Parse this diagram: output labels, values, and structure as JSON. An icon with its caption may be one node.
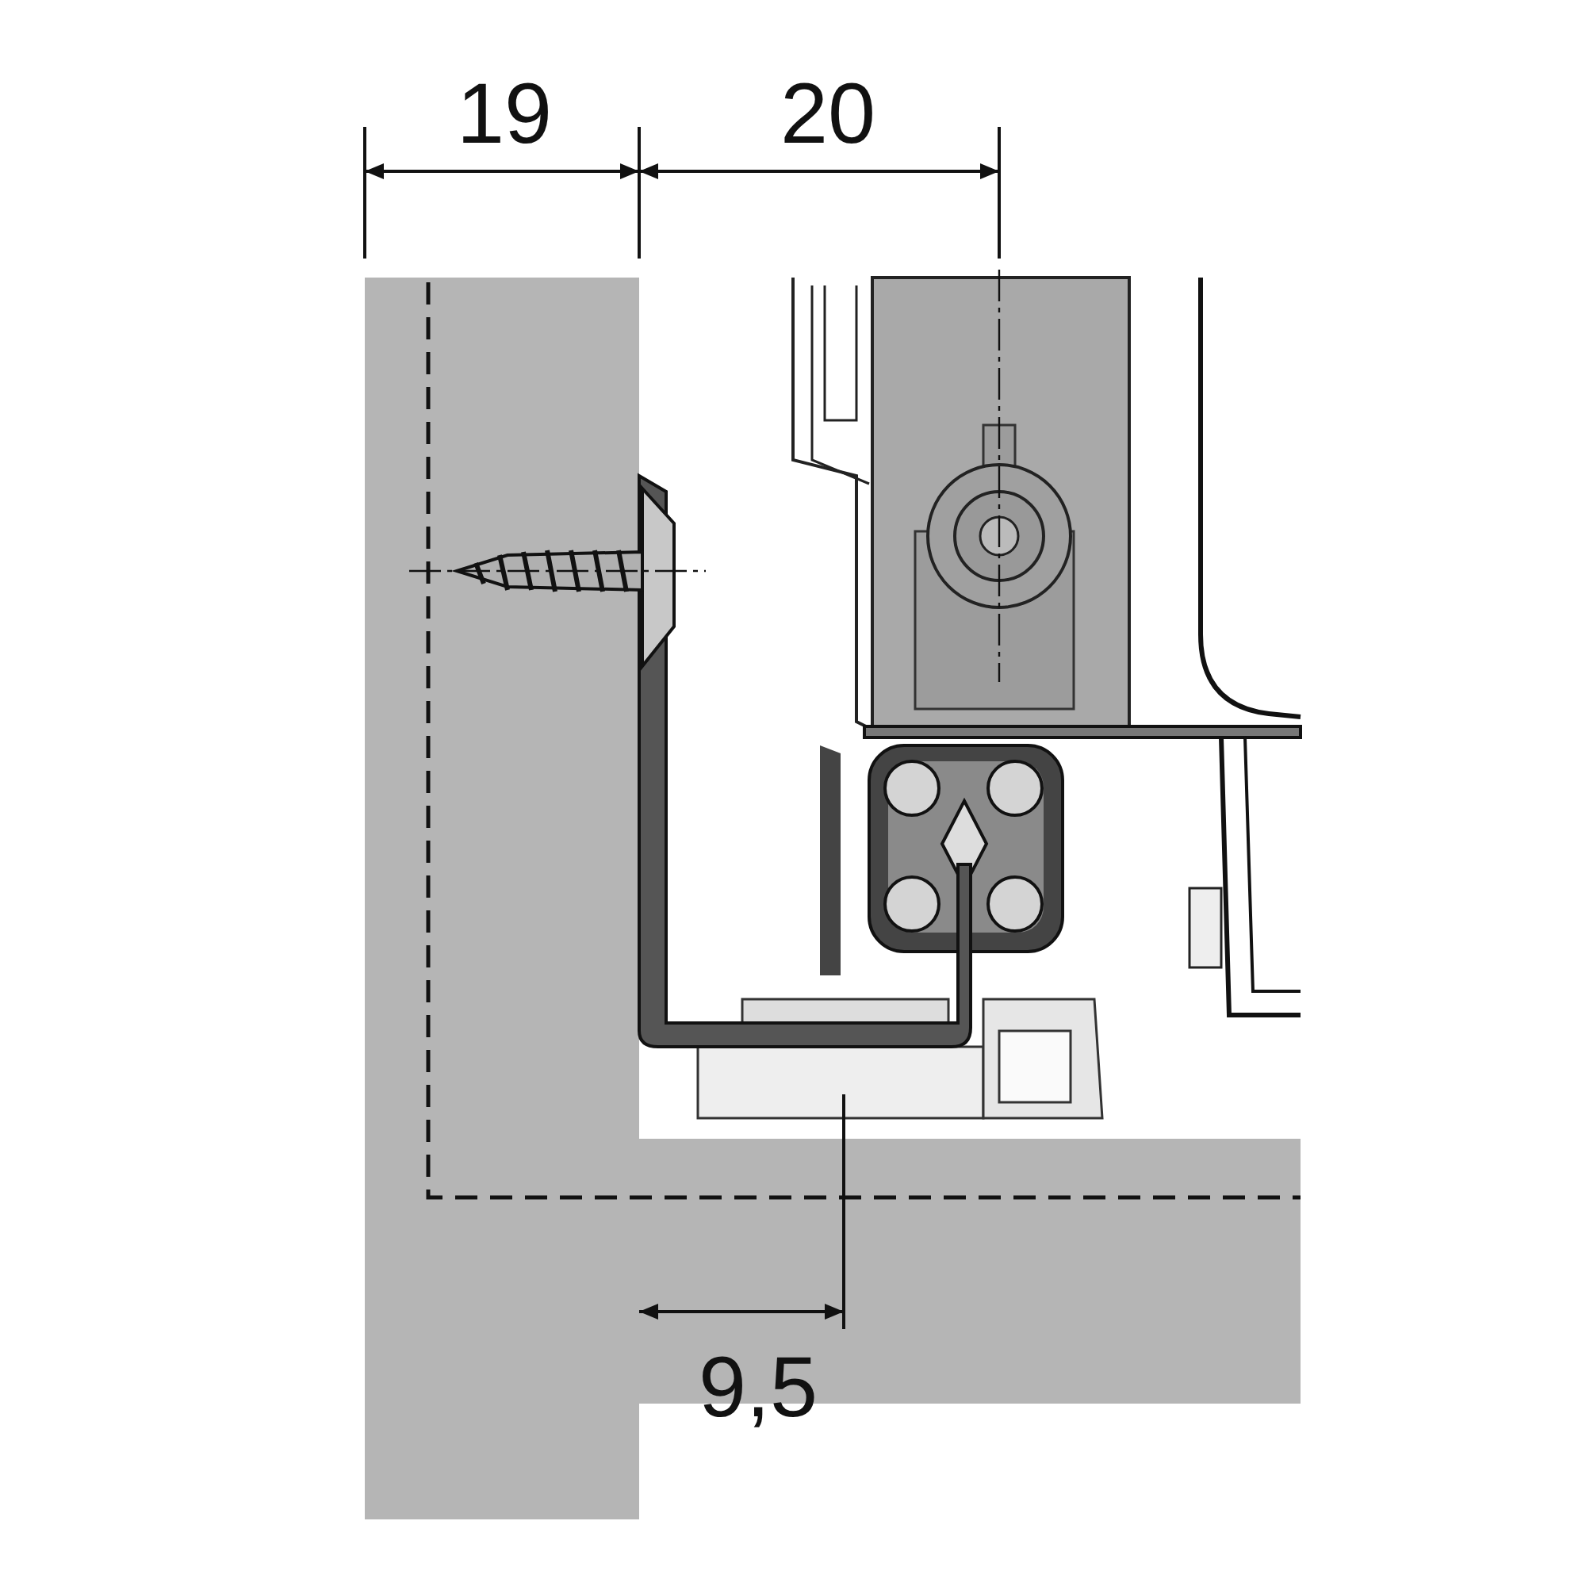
{
  "diagram": {
    "labels": [
      "19",
      "20",
      "9,5"
    ]
  }
}
